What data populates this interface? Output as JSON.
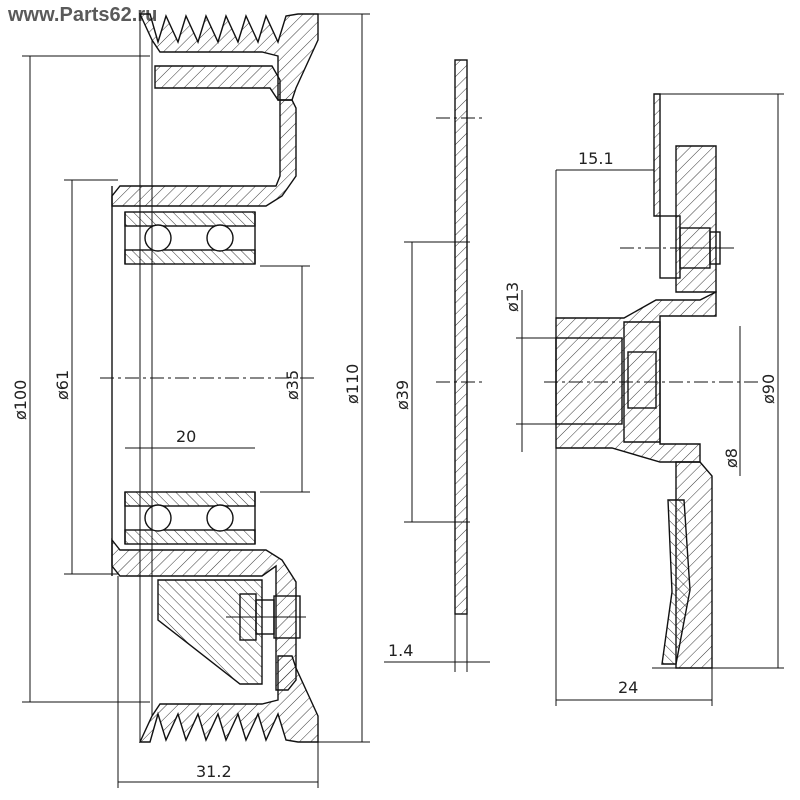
{
  "watermark": "www.Parts62.ru",
  "dimensions": {
    "d100": "ø100",
    "d61": "ø61",
    "d35": "ø35",
    "d110": "ø110",
    "w20": "20",
    "w31_2": "31.2",
    "d39": "ø39",
    "t1_4": "1.4",
    "w15_1": "15.1",
    "d13": "ø13",
    "d90": "ø90",
    "d8": "ø8",
    "w24": "24"
  }
}
